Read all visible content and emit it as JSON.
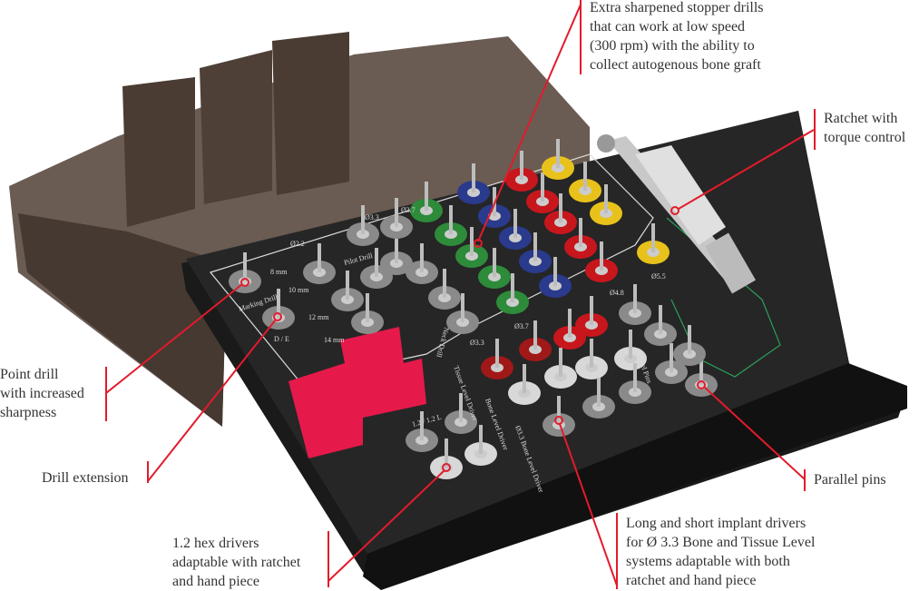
{
  "accent_color": "#e21b2c",
  "callouts": {
    "stopper_drills": [
      "Extra sharpened stopper drills",
      "that can work at low speed",
      "(300 rpm) with the ability to",
      "collect autogenous bone graft"
    ],
    "ratchet": [
      "Ratchet with",
      "torque control"
    ],
    "point_drill": [
      "Point drill",
      "with increased",
      "sharpness"
    ],
    "drill_extension": [
      "Drill extension"
    ],
    "parallel_pins": [
      "Parallel pins"
    ],
    "hex_drivers": [
      "1.2 hex drivers",
      "adaptable with ratchet",
      "and hand piece"
    ],
    "implant_drivers": [
      "Long and short implant drivers",
      "for Ø 3.3 Bone and Tissue Level",
      "systems adaptable with both",
      "ratchet and hand piece"
    ]
  },
  "tray_labels": {
    "d22": "Ø2.2",
    "mm8": "8 mm",
    "mm10": "10 mm",
    "mm12": "12 mm",
    "mm14": "14 mm",
    "marking_drill": "Marking Drill",
    "de": "D / E",
    "pilot_drill": "Pilot Drill",
    "d33a": "Ø3.3",
    "d37a": "Ø3.7",
    "neck_drill": "Neck Drill",
    "d33b": "Ø3.3",
    "d37b": "Ø3.7",
    "d48": "Ø4.8",
    "d55": "Ø5.5",
    "hex": "1.2 / 1.2 L",
    "tissue_driver": "Tissue Level Driver",
    "bone_driver": "Bone Level Driver",
    "d33_driver": "Ø3.3 Bone Level Driver",
    "parallel": "Parallel Pins"
  }
}
